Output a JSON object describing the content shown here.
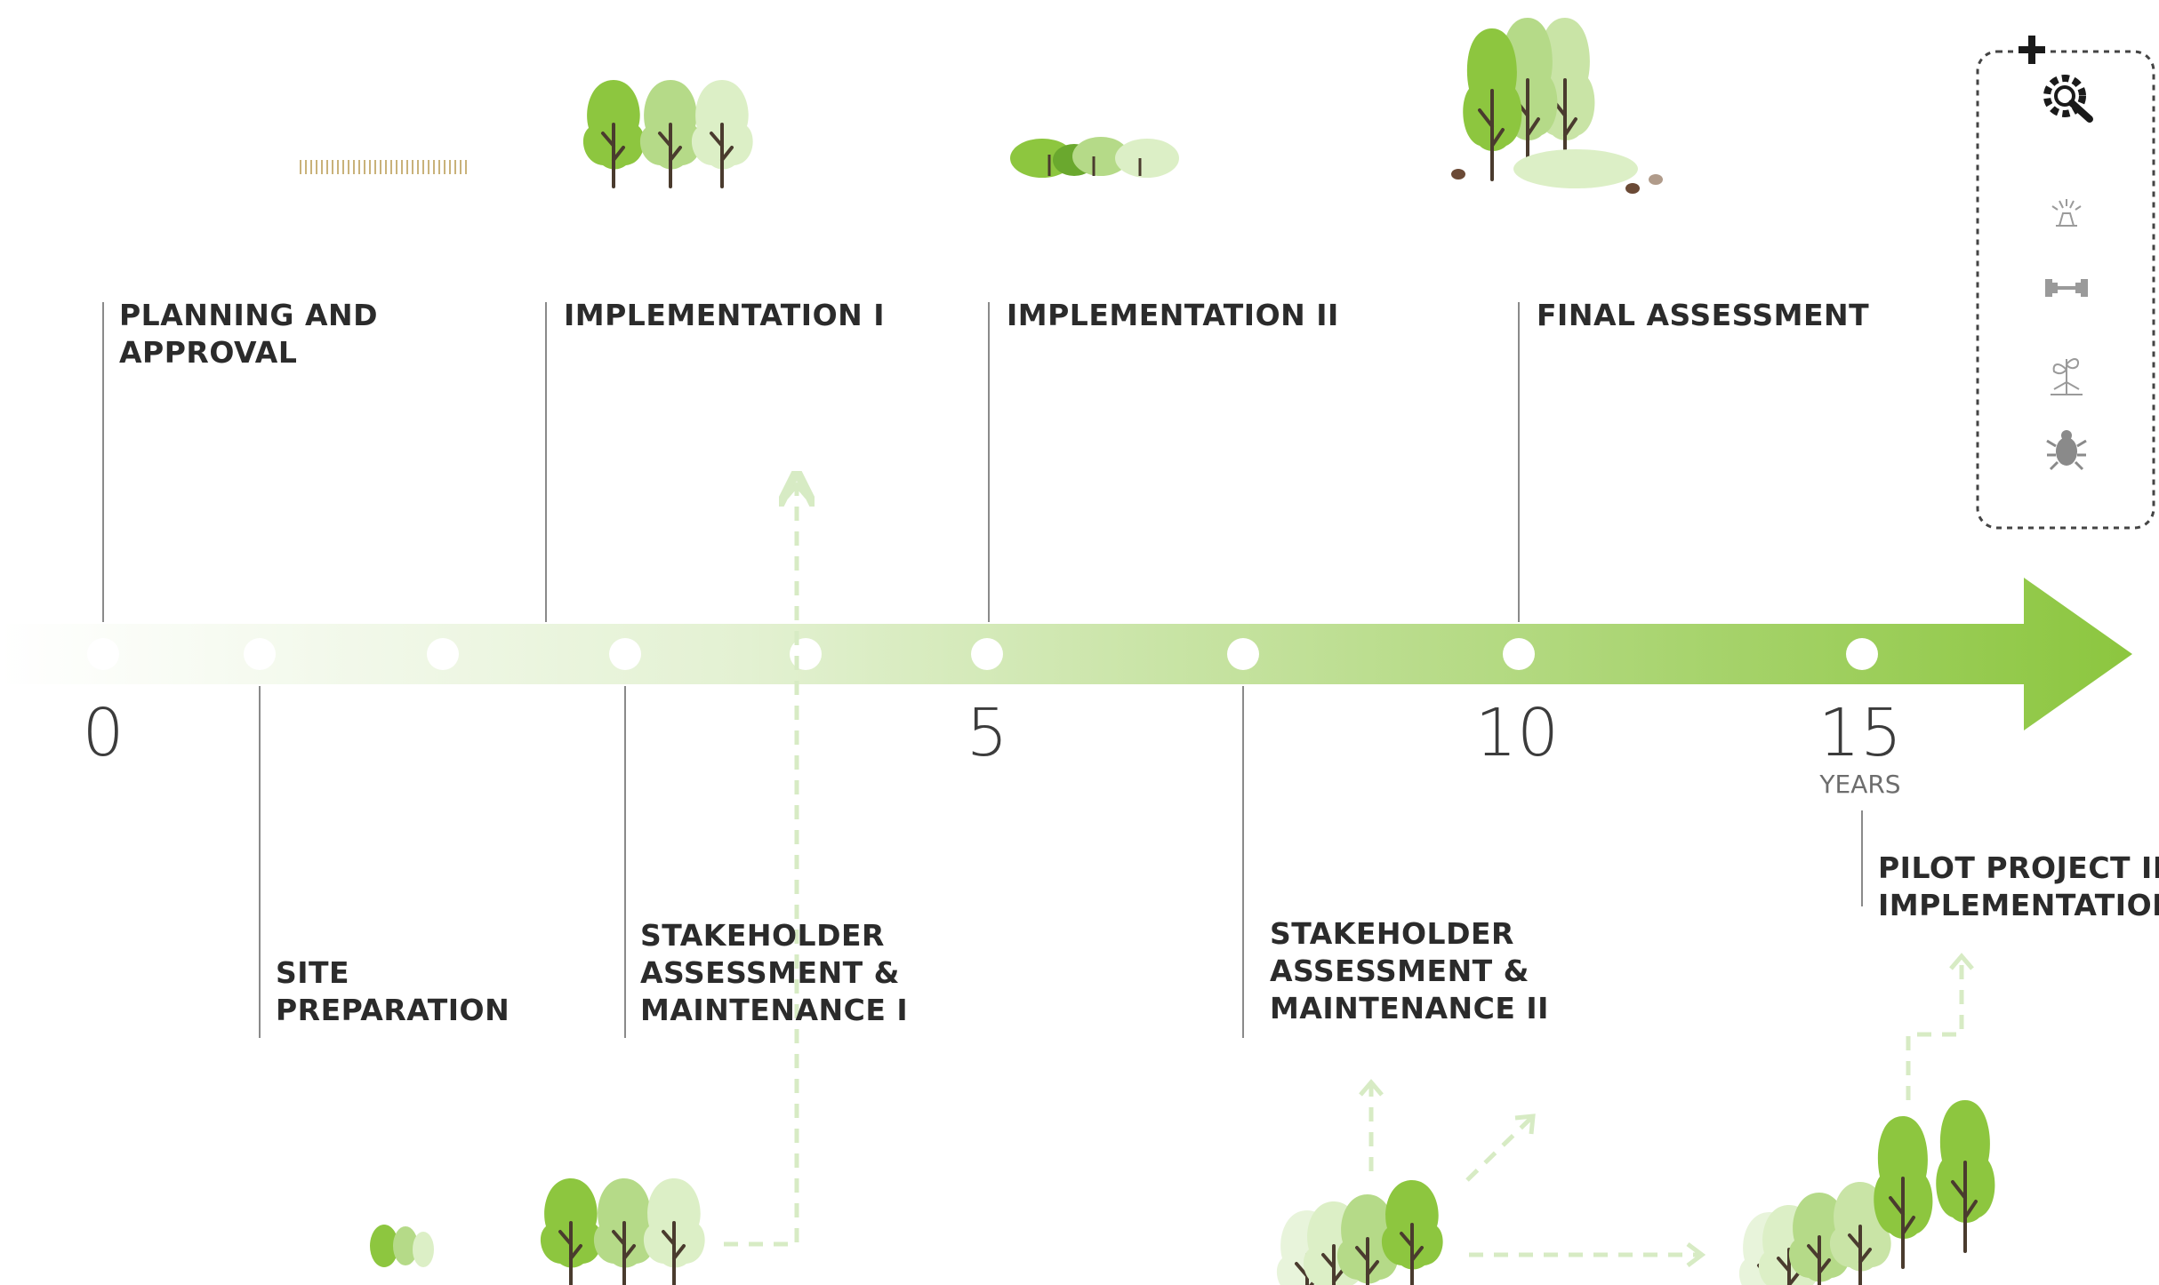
{
  "milestones_above": [
    {
      "id": "planning",
      "label": "PLANNING AND\nAPPROVAL"
    },
    {
      "id": "impl1",
      "label": "IMPLEMENTATION I"
    },
    {
      "id": "impl2",
      "label": "IMPLEMENTATION II"
    },
    {
      "id": "final",
      "label": "FINAL ASSESSMENT"
    }
  ],
  "milestones_below": [
    {
      "id": "site",
      "label": "SITE\nPREPARATION"
    },
    {
      "id": "stake1",
      "label": "STAKEHOLDER\nASSESSMENT &\nMAINTENANCE I"
    },
    {
      "id": "stake2",
      "label": "STAKEHOLDER\nASSESSMENT &\nMAINTENANCE II"
    },
    {
      "id": "pilot",
      "label": "PILOT PROJECT II\nIMPLEMENTATION"
    }
  ],
  "axis": {
    "ticks": [
      "0",
      "5",
      "10",
      "15"
    ],
    "unit": "YEARS"
  },
  "legend_icons": [
    "add-icon",
    "gear-icon",
    "sprinkler-icon",
    "dumbbell-icon",
    "seedling-icon",
    "beetle-icon"
  ],
  "colors": {
    "arrow_start": "#ffffff",
    "arrow_end": "#8cc63f",
    "light_green": "#c8e6a8",
    "tree_green": "#8dc63f",
    "tree_dark": "#4a3b2e",
    "wheat": "#c9b27a"
  }
}
